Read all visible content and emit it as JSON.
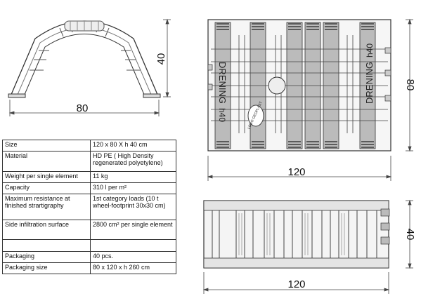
{
  "dimensions": {
    "arch_width": "80",
    "arch_height": "40",
    "top_length": "120",
    "top_width": "80",
    "side_length": "120",
    "side_height": "40"
  },
  "product_marks": {
    "brand_left": "DRENING",
    "model_left": "h40",
    "brand_right": "DRENING",
    "model_right": "h40",
    "logo_text": "LOGO GEOPLAST"
  },
  "spec_table": [
    {
      "label": "Size",
      "value": "120 x 80 X h 40 cm"
    },
    {
      "label": "Material",
      "value": "HD PE ( High Density regenerated polyetylene)"
    },
    {
      "label": "Weight per single element",
      "value": "11 kg"
    },
    {
      "label": "Capacity",
      "value": "310 l per m²"
    },
    {
      "label": "Maximum resistance at finished strartigraphy",
      "value": "1st category loads (10 t wheel-footprint 30x30 cm)"
    },
    {
      "label": "Side infiltration surface",
      "value": "2800 cm² per single element"
    },
    {
      "label": "",
      "value": ""
    },
    {
      "label": "Packaging",
      "value": "40 pcs."
    },
    {
      "label": "Packaging size",
      "value": "80 x 120 x h 260 cm"
    }
  ]
}
